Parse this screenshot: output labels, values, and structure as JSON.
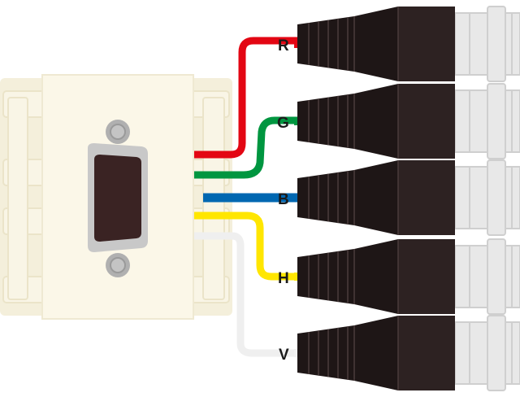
{
  "diagram": {
    "connectors": [
      {
        "id": "r",
        "label": "R",
        "color": "#e30613"
      },
      {
        "id": "g",
        "label": "G",
        "color": "#009640"
      },
      {
        "id": "b",
        "label": "B",
        "color": "#0067b1"
      },
      {
        "id": "h",
        "label": "H",
        "color": "#ffe600"
      },
      {
        "id": "v",
        "label": "V",
        "color": "#f2f2f2"
      }
    ],
    "colors": {
      "plate": "#fbf7e8",
      "plate_outline": "#efe9d2",
      "vga_shell": "#c8c8c8",
      "vga_body": "#3a2323",
      "screw": "#b0b0b0",
      "boot_dark": "#1e1616",
      "boot_mid": "#2d2222",
      "bnc_metal": "#e8e8e8",
      "bnc_outline": "#cfcfcf"
    },
    "icons": {
      "vga_port": "vga-port-icon",
      "screw": "screw-icon",
      "bnc": "bnc-connector-icon"
    }
  }
}
